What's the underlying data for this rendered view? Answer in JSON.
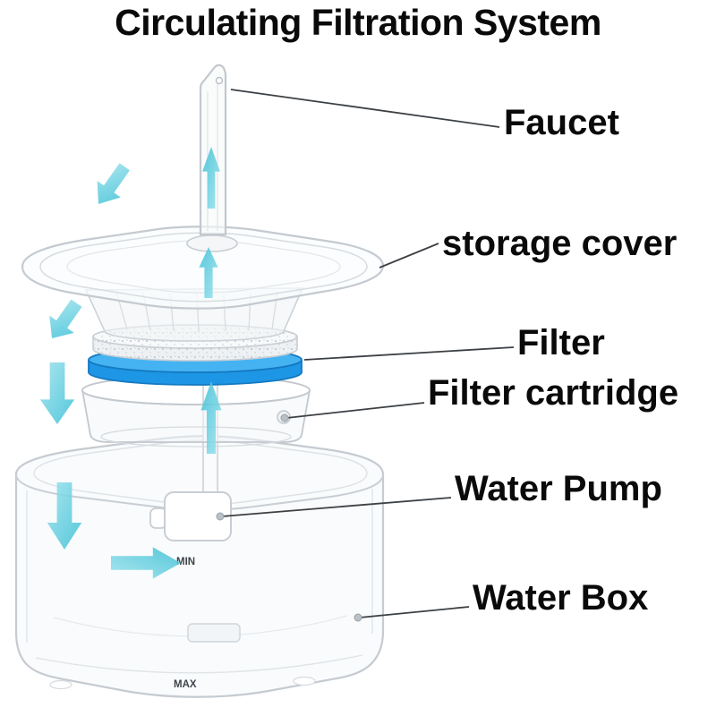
{
  "title": "Circulating Filtration System",
  "labels": [
    {
      "id": "faucet",
      "text": "Faucet"
    },
    {
      "id": "storage-cover",
      "text": "storage cover"
    },
    {
      "id": "filter",
      "text": "Filter"
    },
    {
      "id": "filter-cartridge",
      "text": "Filter cartridge"
    },
    {
      "id": "water-pump",
      "text": "Water Pump"
    },
    {
      "id": "water-box",
      "text": "Water Box"
    }
  ],
  "markings": {
    "min": "MIN",
    "max": "MAX"
  },
  "colors": {
    "arrow_start": "#9fe4ee",
    "arrow_end": "#3fc0d6",
    "filter_blue": "#1e96e6",
    "filter_blue_light": "#45b3f2",
    "outline": "#c5cbd1",
    "label_text": "#0a0a0a"
  }
}
